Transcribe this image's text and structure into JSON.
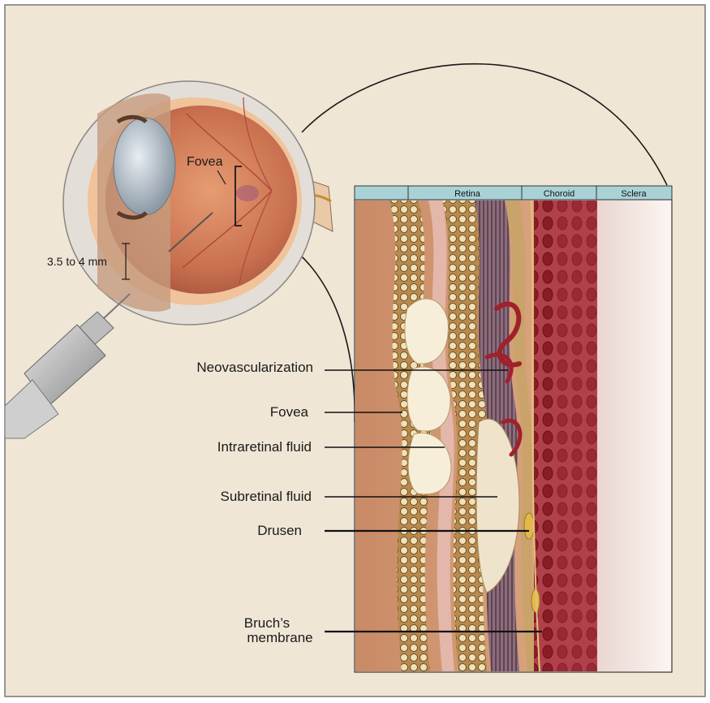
{
  "eye": {
    "fovea_label": "Fovea",
    "measurement_label": "3.5 to 4 mm"
  },
  "cross_section": {
    "header": {
      "retina": "Retina",
      "choroid": "Choroid",
      "sclera": "Sclera"
    }
  },
  "callouts": {
    "neovascularization": "Neovascularization",
    "fovea": "Fovea",
    "intraretinal_fluid": "Intraretinal fluid",
    "subretinal_fluid": "Subretinal fluid",
    "drusen": "Drusen",
    "bruchs_line1": "Bruch’s",
    "bruchs_line2": "membrane"
  },
  "colors": {
    "background": "#efe6d6",
    "header_bar": "#a9d2d6",
    "retina_tissue": "#c9906a",
    "choroid": "#9a2632",
    "sclera": "#f6ebe6"
  }
}
